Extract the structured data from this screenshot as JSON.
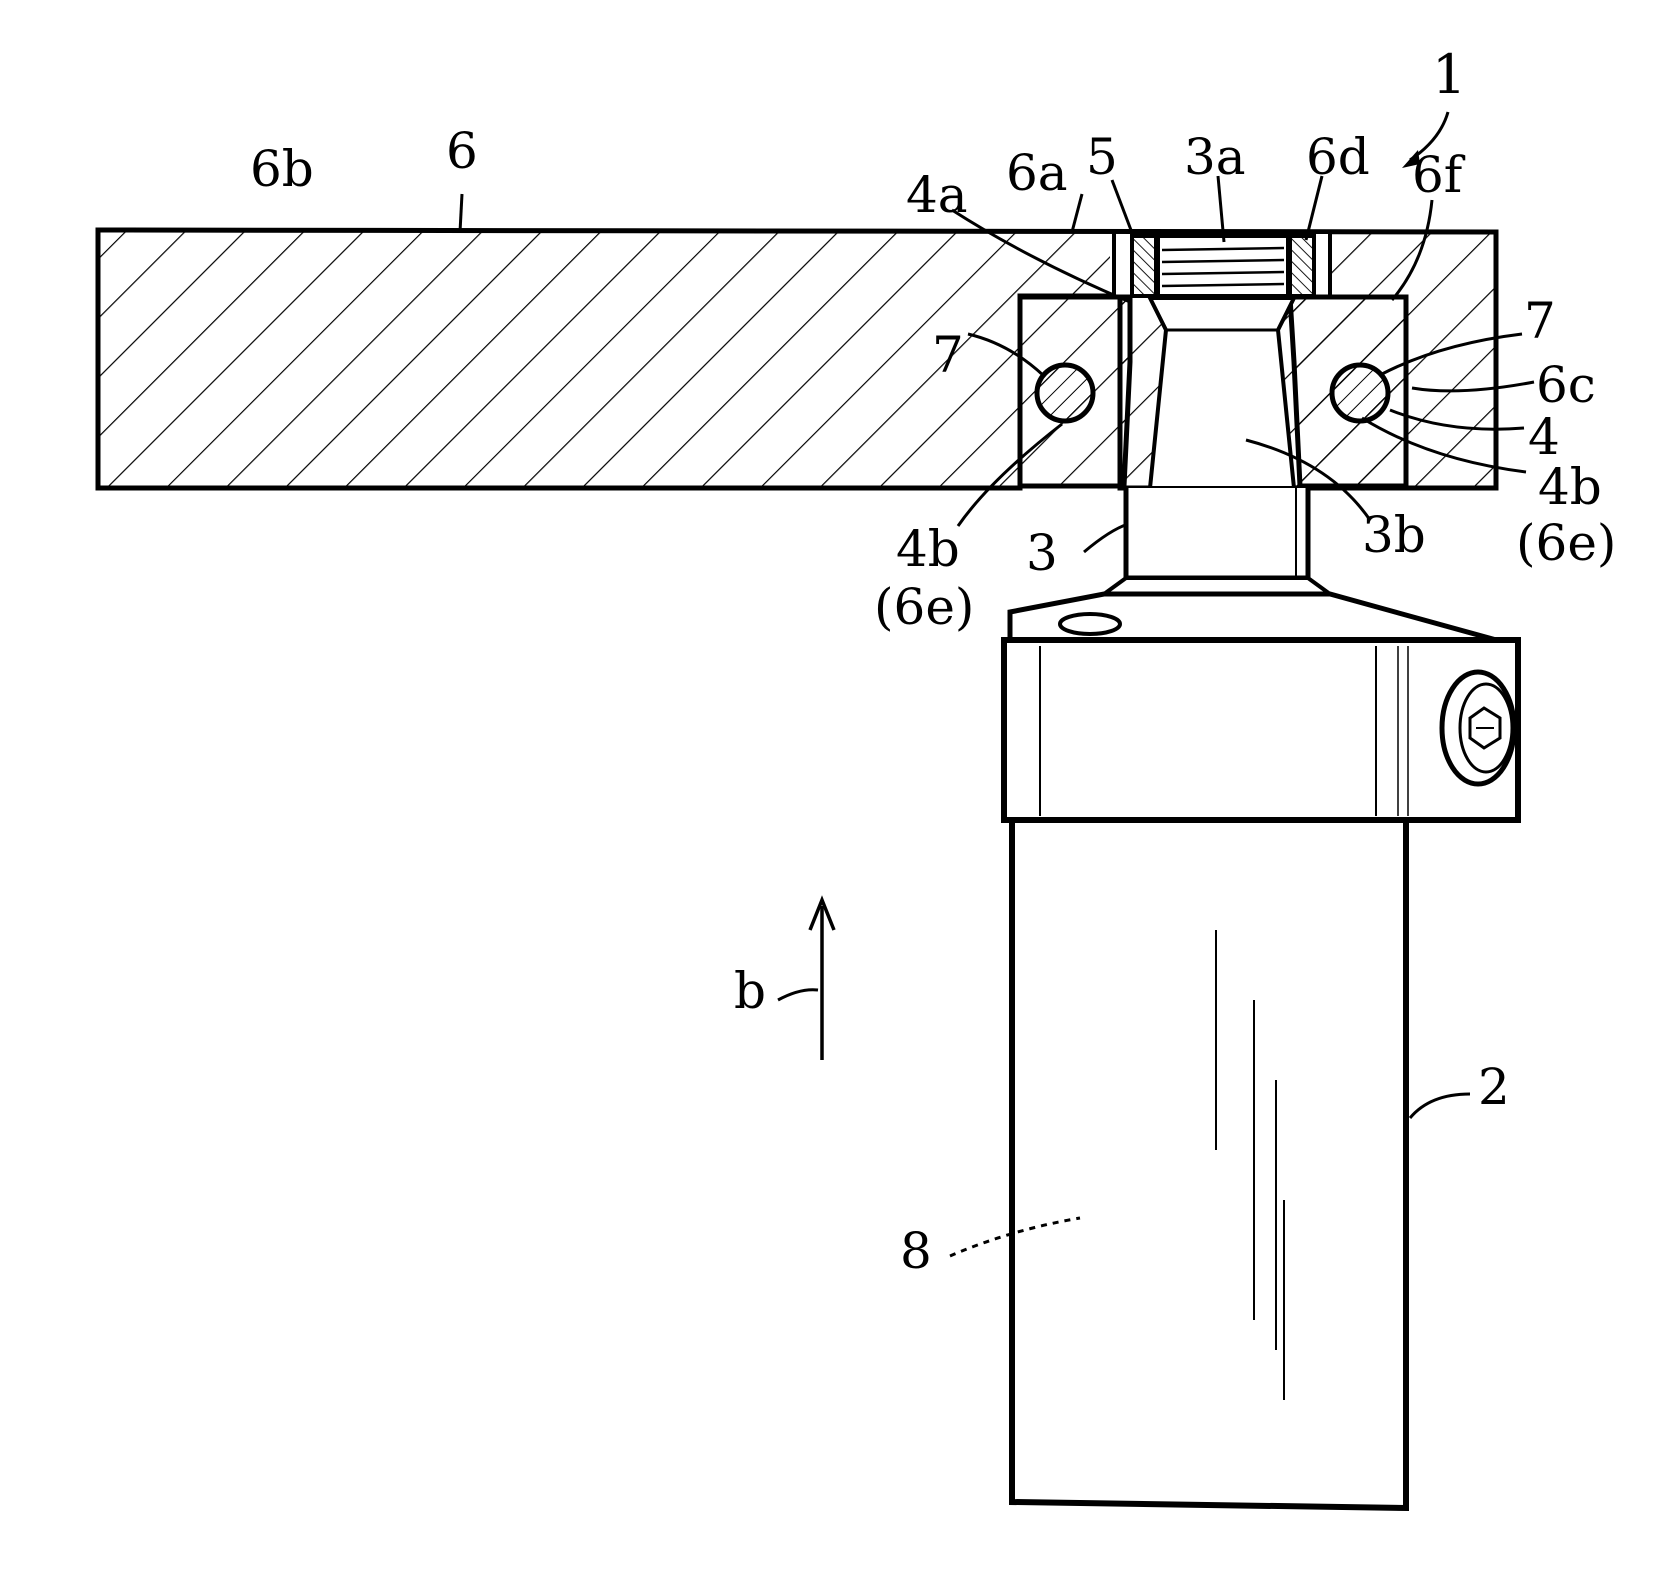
{
  "labels": {
    "l1": "1",
    "l2": "2",
    "l3": "3",
    "l3a": "3a",
    "l3b": "3b",
    "l4": "4",
    "l4a": "4a",
    "l4b_left": "4b",
    "l6e_left": "(6e)",
    "l4b_right": "4b",
    "l6e_right": "(6e)",
    "l5": "5",
    "l6": "6",
    "l6a": "6a",
    "l6b": "6b",
    "l6c": "6c",
    "l6d": "6d",
    "l6f": "6f",
    "l7_left": "7",
    "l7_right": "7",
    "l8": "8",
    "lb": "b"
  },
  "colors": {
    "ink": "#000000",
    "paper": "#ffffff"
  }
}
